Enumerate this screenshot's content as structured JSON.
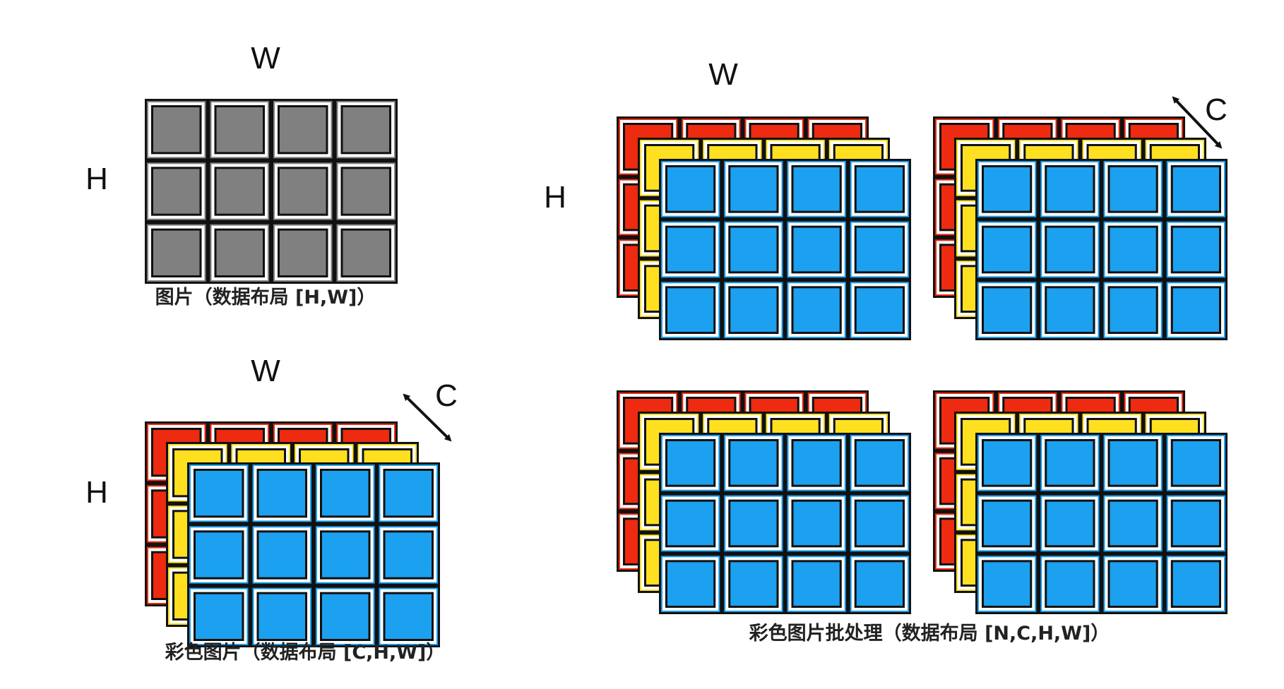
{
  "colors": {
    "gray": "#808080",
    "red": "#ee2a10",
    "yellow": "#ffe020",
    "blue": "#1ca0f0",
    "frame": "#111111"
  },
  "grid": {
    "rows": 3,
    "cols": 4
  },
  "icons": {
    "channel_arrow": "double-headed-diagonal-arrow-icon"
  },
  "panels": {
    "gray_image": {
      "w_label": "W",
      "h_label": "H",
      "caption": "图片（数据布局 [H,W]）"
    },
    "color_image": {
      "w_label": "W",
      "h_label": "H",
      "c_label": "C",
      "caption": "彩色图片（数据布局 [C,H,W]）"
    },
    "batch": {
      "w_label": "W",
      "h_label": "H",
      "c_label": "C",
      "caption": "彩色图片批处理（数据布局 [N,C,H,W]）",
      "batch_count": 4
    }
  }
}
